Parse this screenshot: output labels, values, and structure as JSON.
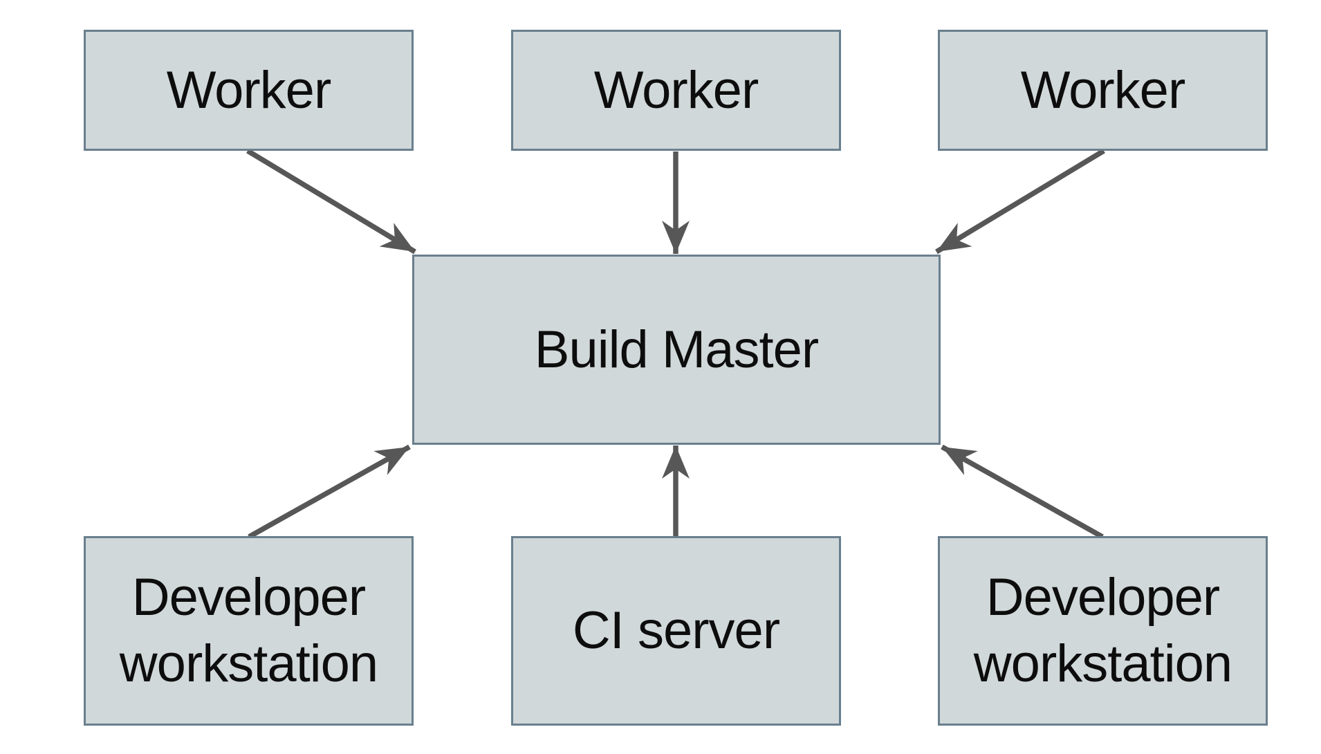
{
  "diagram": {
    "nodes": [
      {
        "id": "worker-1",
        "label": "Worker"
      },
      {
        "id": "worker-2",
        "label": "Worker"
      },
      {
        "id": "worker-3",
        "label": "Worker"
      },
      {
        "id": "build-master",
        "label": "Build Master"
      },
      {
        "id": "developer-workstation-left",
        "label": "Developer workstation"
      },
      {
        "id": "ci-server",
        "label": "CI server"
      },
      {
        "id": "developer-workstation-right",
        "label": "Developer workstation"
      }
    ],
    "edges": [
      {
        "from": "worker-1",
        "to": "build-master",
        "arrow": "stealth"
      },
      {
        "from": "worker-2",
        "to": "build-master",
        "arrow": "stealth"
      },
      {
        "from": "worker-3",
        "to": "build-master",
        "arrow": "stealth"
      },
      {
        "from": "developer-workstation-left",
        "to": "build-master",
        "arrow": "stealth"
      },
      {
        "from": "ci-server",
        "to": "build-master",
        "arrow": "stealth"
      },
      {
        "from": "developer-workstation-right",
        "to": "build-master",
        "arrow": "stealth"
      }
    ],
    "colors": {
      "background": "#ffffff",
      "node_fill": "#d1d8da",
      "node_border": "#697f8d",
      "arrow": "#575757",
      "text": "#0d0d0d"
    }
  }
}
